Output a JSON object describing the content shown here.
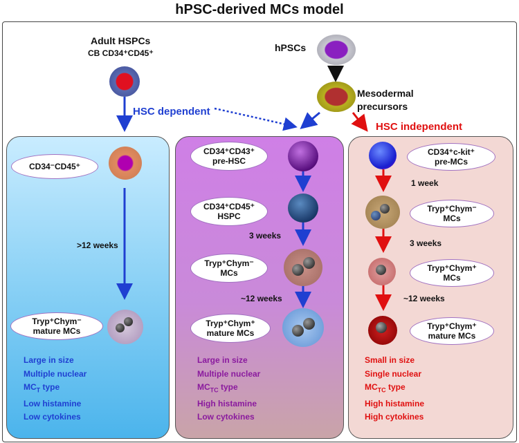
{
  "title": "hPSC-derived MCs model",
  "top": {
    "adult_hspcs": "Adult HSPCs",
    "cb_markers": "CB CD34⁺CD45⁺",
    "hpscs": "hPSCs",
    "mesodermal": "Mesodermal",
    "precursors": "precursors",
    "hsc_dependent": "HSC dependent",
    "hsc_independent": "HSC independent"
  },
  "left": {
    "oval1": "CD34⁻CD45⁺",
    "duration": ">12 weeks",
    "oval2_line1": "Tryp⁺Chym⁻",
    "oval2_line2": "mature MCs",
    "props": [
      "Large in size",
      "Multiple nuclear",
      "MCT type",
      "Low histamine",
      "Low cytokines"
    ]
  },
  "middle": {
    "oval1_line1": "CD34⁺CD43⁺",
    "oval1_line2": "pre-HSC",
    "oval2_line1": "CD34⁺CD45⁺",
    "oval2_line2": "HSPC",
    "weeks1": "3 weeks",
    "oval3_line1": "Tryp⁺Chym⁻",
    "oval3_line2": "MCs",
    "weeks2": "~12 weeks",
    "oval4_line1": "Tryp⁺Chym⁺",
    "oval4_line2": "mature  MCs",
    "props": [
      "Large in size",
      "Multiple nuclear",
      "MCTC type",
      "High histamine",
      "Low cytokines"
    ]
  },
  "right": {
    "oval1_line1": "CD34⁺c-kit⁺",
    "oval1_line2": "pre-MCs",
    "weeks1": "1 week",
    "oval2_line1": "Tryp⁺Chym⁻",
    "oval2_line2": "MCs",
    "weeks2": "3 weeks",
    "oval3_line1": "Tryp⁺Chym⁺",
    "oval3_line2": "MCs",
    "weeks3": "~12 weeks",
    "oval4_line1": "Tryp⁺Chym⁺",
    "oval4_line2": "mature MCs",
    "props": [
      "Small in size",
      "Single nuclear",
      "MCTC type",
      "High histamine",
      "High cytokines"
    ]
  },
  "colors": {
    "blue_text": "#1f3fd1",
    "purple_text": "#8a1a9e",
    "red_text": "#e01010",
    "left_panel": "#8fd3f6",
    "middle_panel": "#c98ad9",
    "right_panel": "#f3d8d4"
  }
}
